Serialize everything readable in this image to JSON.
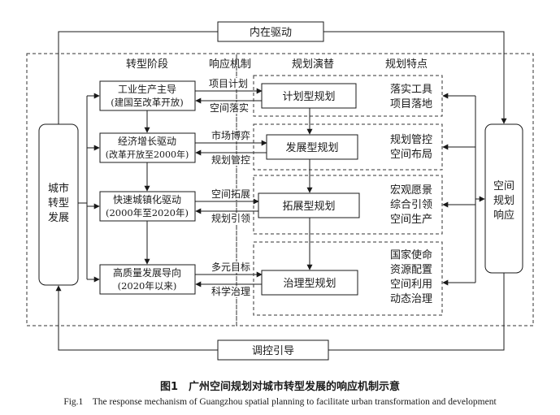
{
  "top_label": "内在驱动",
  "bottom_label": "调控引导",
  "headers": {
    "stage": "转型阶段",
    "mechanism": "响应机制",
    "evolution": "规划演替",
    "features": "规划特点"
  },
  "left_box": [
    "城市",
    "转型",
    "发展"
  ],
  "right_box": [
    "空间",
    "规划",
    "响应"
  ],
  "stages": [
    {
      "line1": "工业生产主导",
      "line2": "(建国至改革开放)"
    },
    {
      "line1": "经济增长驱动",
      "line2": "(改革开放至2000年)"
    },
    {
      "line1": "快速城镇化驱动",
      "line2": "(2000年至2020年)"
    },
    {
      "line1": "高质量发展导向",
      "line2": "(2020年以来)"
    }
  ],
  "mechanisms": [
    {
      "top": "项目计划",
      "bottom": "空间落实"
    },
    {
      "top": "市场博弈",
      "bottom": "规划管控"
    },
    {
      "top": "空间拓展",
      "bottom": "规划引领"
    },
    {
      "top": "多元目标",
      "bottom": "科学治理"
    }
  ],
  "plans": [
    "计划型规划",
    "发展型规划",
    "拓展型规划",
    "治理型规划"
  ],
  "features": [
    [
      "落实工具",
      "项目落地"
    ],
    [
      "规划管控",
      "空间布局"
    ],
    [
      "宏观愿景",
      "综合引领",
      "空间生产"
    ],
    [
      "国家使命",
      "资源配置",
      "空间利用",
      "动态治理"
    ]
  ],
  "caption_cn": "图1　广州空间规划对城市转型发展的响应机制示意",
  "caption_en": "Fig.1　The response mechanism of Guangzhou spatial planning to facilitate urban transformation and development"
}
